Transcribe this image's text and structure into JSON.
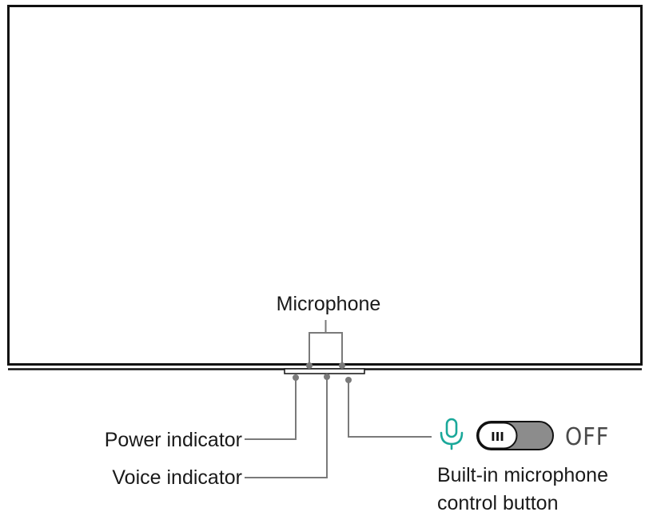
{
  "labels": {
    "microphone": "Microphone",
    "power_indicator": "Power indicator",
    "voice_indicator": "Voice indicator",
    "mic_button_line1": "Built-in microphone",
    "mic_button_line2": "control button",
    "switch_state": "OFF",
    "switch_knob_mark": "III"
  },
  "icons": {
    "microphone": "microphone-icon"
  },
  "colors": {
    "outline": "#111111",
    "leader": "#7a7a7a",
    "mic_icon": "#1aa89a",
    "switch_fill": "#8c8c8c"
  }
}
